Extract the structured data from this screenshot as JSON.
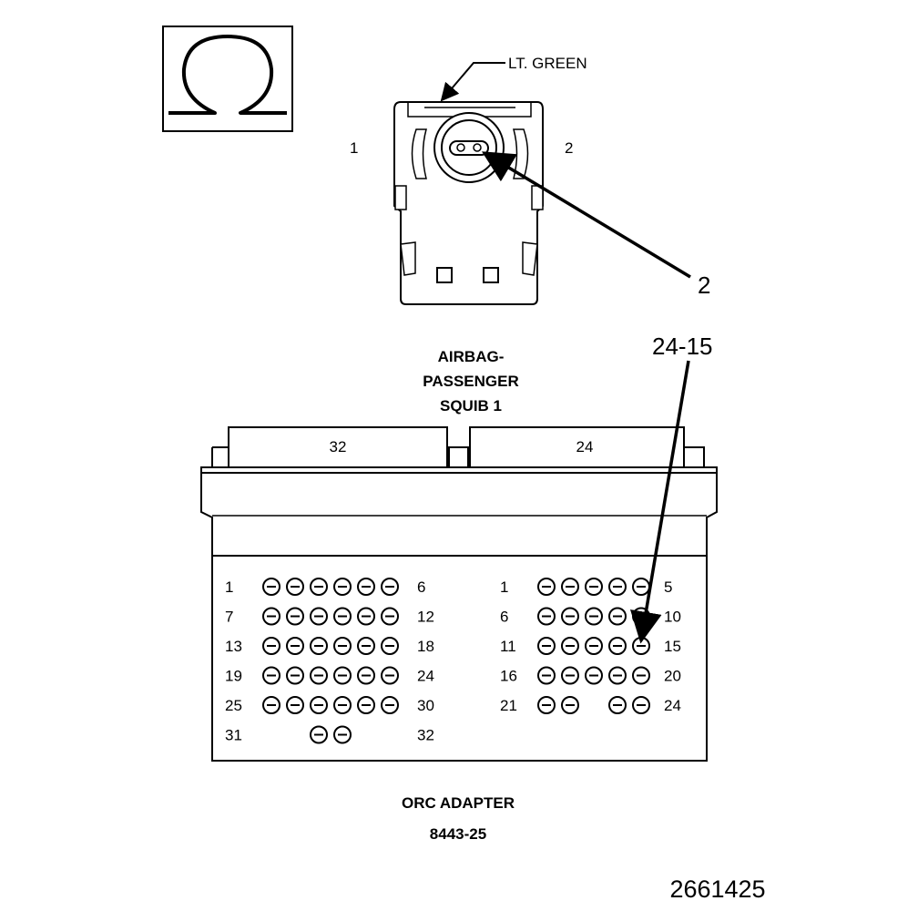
{
  "symbol": {
    "icon": "omega-resistance-icon"
  },
  "squib_connector": {
    "wire_color_label": "LT. GREEN",
    "cavity_label_left": "1",
    "cavity_label_right": "2",
    "callout": "2",
    "title_lines": [
      "AIRBAG-",
      "PASSENGER",
      "SQUIB 1"
    ]
  },
  "orc_adapter": {
    "callout": "24-15",
    "left_header": "32",
    "right_header": "24",
    "left_rows": [
      {
        "start": "1",
        "end": "6",
        "pins": [
          1,
          1,
          1,
          1,
          1,
          1
        ]
      },
      {
        "start": "7",
        "end": "12",
        "pins": [
          1,
          1,
          1,
          1,
          1,
          1
        ]
      },
      {
        "start": "13",
        "end": "18",
        "pins": [
          1,
          1,
          1,
          1,
          1,
          1
        ]
      },
      {
        "start": "19",
        "end": "24",
        "pins": [
          1,
          1,
          1,
          1,
          1,
          1
        ]
      },
      {
        "start": "25",
        "end": "30",
        "pins": [
          1,
          1,
          1,
          1,
          1,
          1
        ]
      },
      {
        "start": "31",
        "end": "32",
        "pins": [
          0,
          0,
          1,
          1,
          0,
          0
        ]
      }
    ],
    "right_rows": [
      {
        "start": "1",
        "end": "5",
        "pins": [
          1,
          1,
          1,
          1,
          1
        ]
      },
      {
        "start": "6",
        "end": "10",
        "pins": [
          1,
          1,
          1,
          1,
          1
        ]
      },
      {
        "start": "11",
        "end": "15",
        "pins": [
          1,
          1,
          1,
          1,
          1
        ]
      },
      {
        "start": "16",
        "end": "20",
        "pins": [
          1,
          1,
          1,
          1,
          1
        ]
      },
      {
        "start": "21",
        "end": "24",
        "pins": [
          1,
          1,
          0,
          1,
          1
        ]
      }
    ],
    "title": "ORC ADAPTER",
    "part_number": "8443-25"
  },
  "figure_number": "2661425"
}
